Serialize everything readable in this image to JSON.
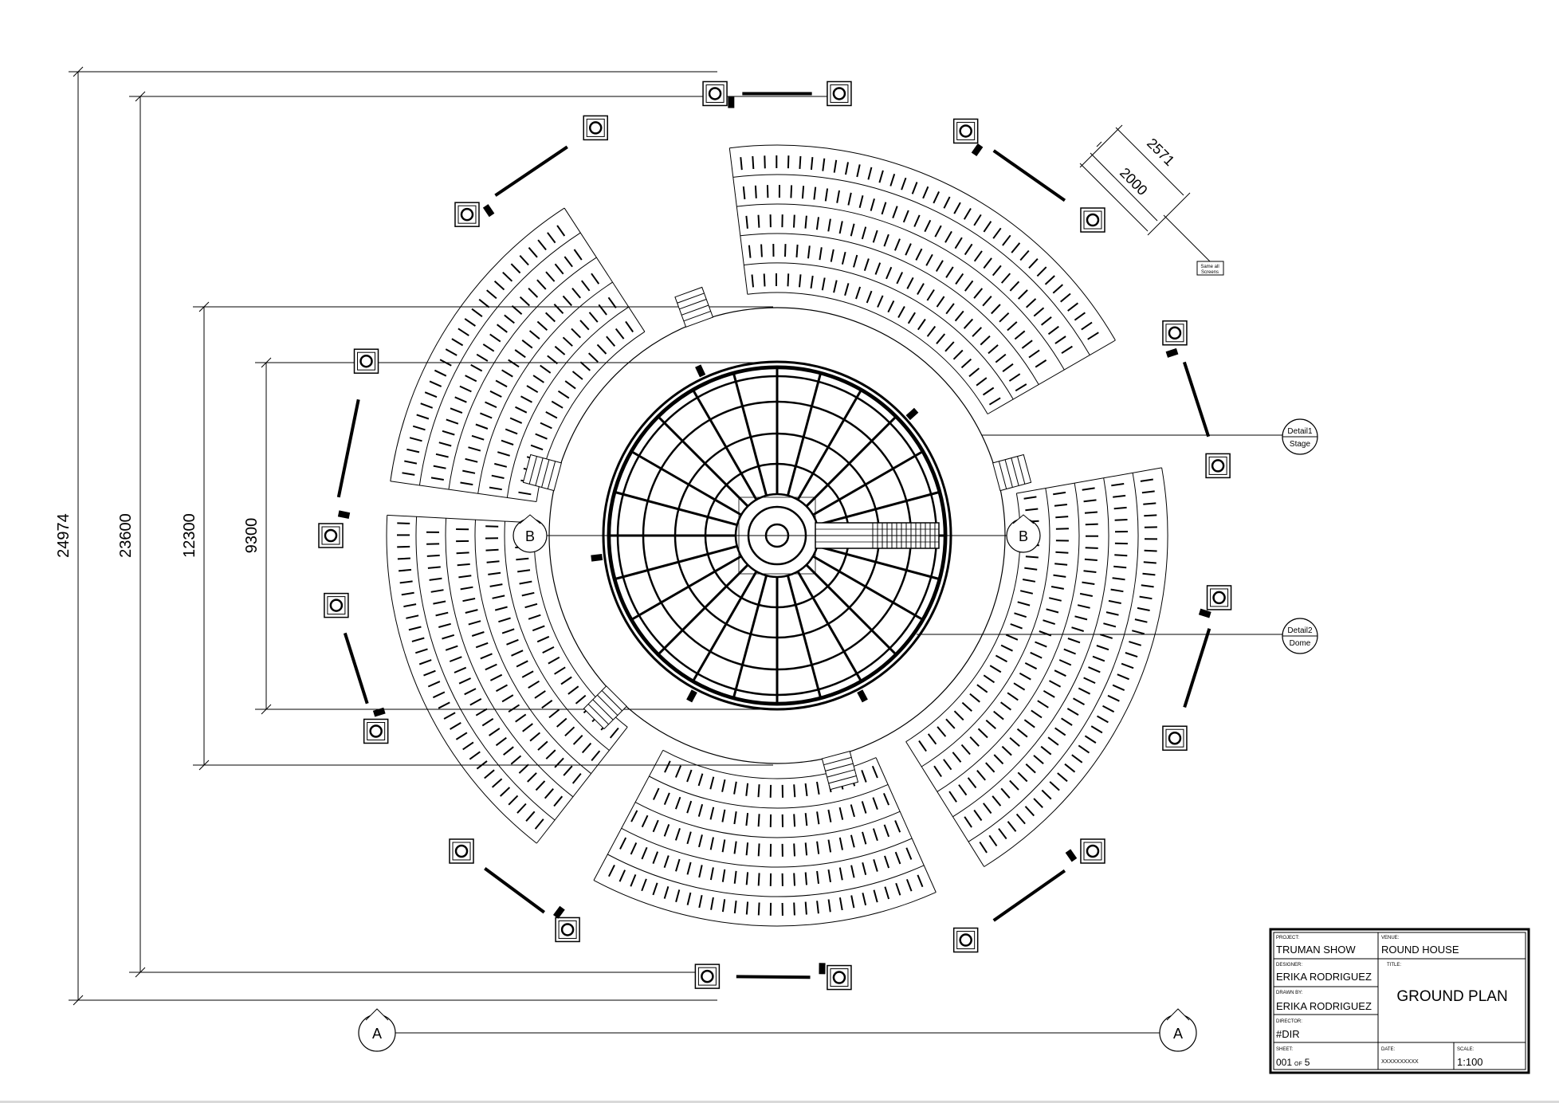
{
  "dimensions": {
    "overall": "24974",
    "outer_seating": "23600",
    "inner_ring": "12300",
    "dome": "9300",
    "screen_outer": "2571",
    "screen_inner": "2000"
  },
  "screen_note": {
    "line1": "Same all",
    "line2": "Screens"
  },
  "section_markers": {
    "b_left": "B",
    "b_right": "B",
    "a_left": "A",
    "a_right": "A"
  },
  "detail_callouts": [
    {
      "number": "Detail1",
      "name": "Stage"
    },
    {
      "number": "Detail2",
      "name": "Dome"
    }
  ],
  "title_block": {
    "project_label": "PROJECT:",
    "project": "TRUMAN SHOW",
    "venue_label": "VENUE:",
    "venue": "ROUND HOUSE",
    "designer_label": "DESIGNER:",
    "designer": "ERIKA RODRIGUEZ",
    "drawn_by_label": "DRAWN BY:",
    "drawn_by": "ERIKA RODRIGUEZ",
    "title_label": "TITLE:",
    "title": "GROUND PLAN",
    "director_label": "DIRECTOR:",
    "director": "#DIR",
    "sheet_label": "SHEET:",
    "sheet": "001",
    "sheet_of": "OF",
    "sheet_total": "5",
    "date_label": "DATE:",
    "date": "XXXXXXXXXX",
    "scale_label": "SCALE:",
    "scale": "1:100"
  },
  "icons": {
    "column": "square-column-icon",
    "speaker": "speaker-icon",
    "stair": "stair-icon",
    "section_marker": "section-marker-icon"
  }
}
